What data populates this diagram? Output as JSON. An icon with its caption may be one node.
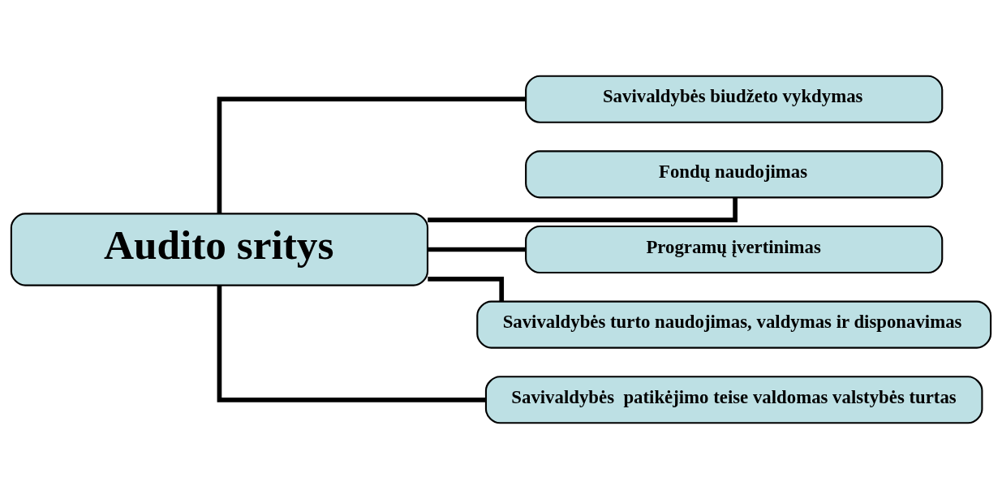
{
  "diagram": {
    "nodes": [
      {
        "text": [
          "Audito sritys"
        ]
      },
      {
        "text": [
          "Savivaldybės biudžeto vykdymas"
        ]
      },
      {
        "text": [
          "Fondų naudojimas"
        ]
      },
      {
        "text": [
          "Programų įvertinimas"
        ]
      },
      {
        "text": [
          "Savivaldybės turto naudojimas, valdymas ir disponavimas"
        ]
      },
      {
        "text": [
          "Savivaldybės  patikėjimo teise valdomas valstybės turtas"
        ]
      }
    ],
    "edges": [
      {
        "from": 0,
        "to": 1,
        "arrow": "none"
      },
      {
        "from": 0,
        "to": 2,
        "arrow": "none"
      },
      {
        "from": 0,
        "to": 3,
        "arrow": "none"
      },
      {
        "from": 0,
        "to": 4,
        "arrow": "none"
      },
      {
        "from": 0,
        "to": 5,
        "arrow": "none"
      }
    ]
  }
}
